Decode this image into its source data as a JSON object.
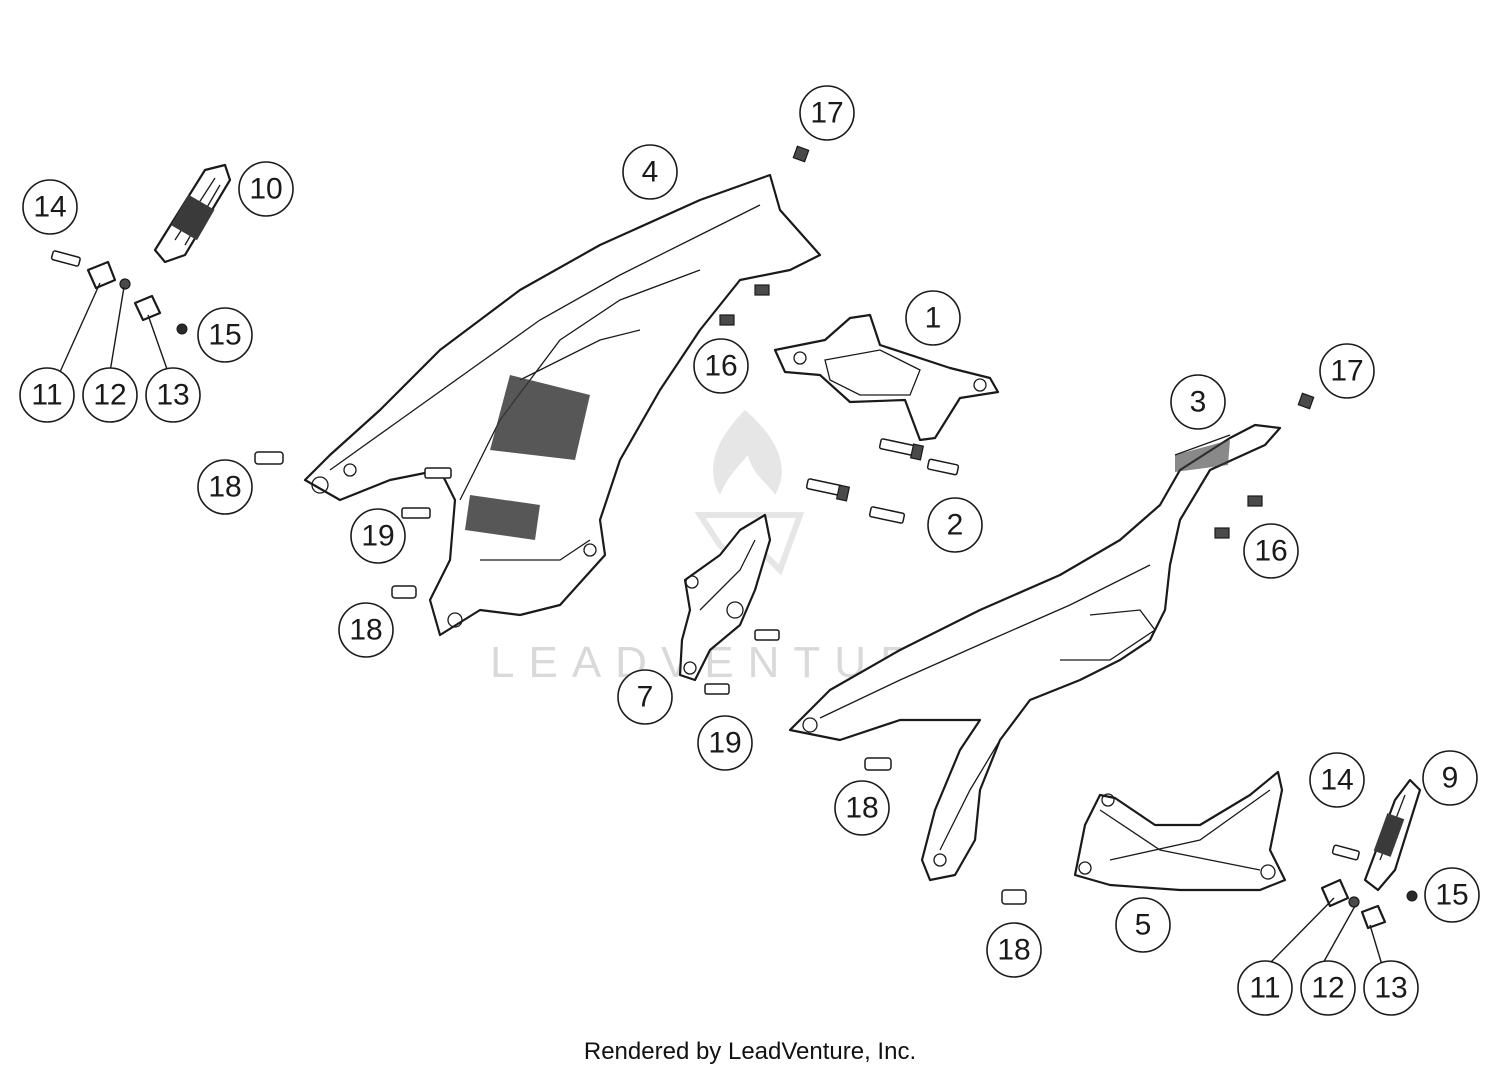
{
  "watermark": {
    "text": "LEADVENTURE"
  },
  "callouts": [
    "1",
    "2",
    "3",
    "4",
    "5",
    "7",
    "9",
    "10",
    "11",
    "12",
    "13",
    "14",
    "15",
    "16",
    "17",
    "18",
    "19"
  ],
  "footer": {
    "credit": "Rendered by LeadVenture, Inc."
  },
  "colors": {
    "line": "#1a1a1a",
    "background": "#ffffff",
    "watermark": "#d9d9d9"
  }
}
